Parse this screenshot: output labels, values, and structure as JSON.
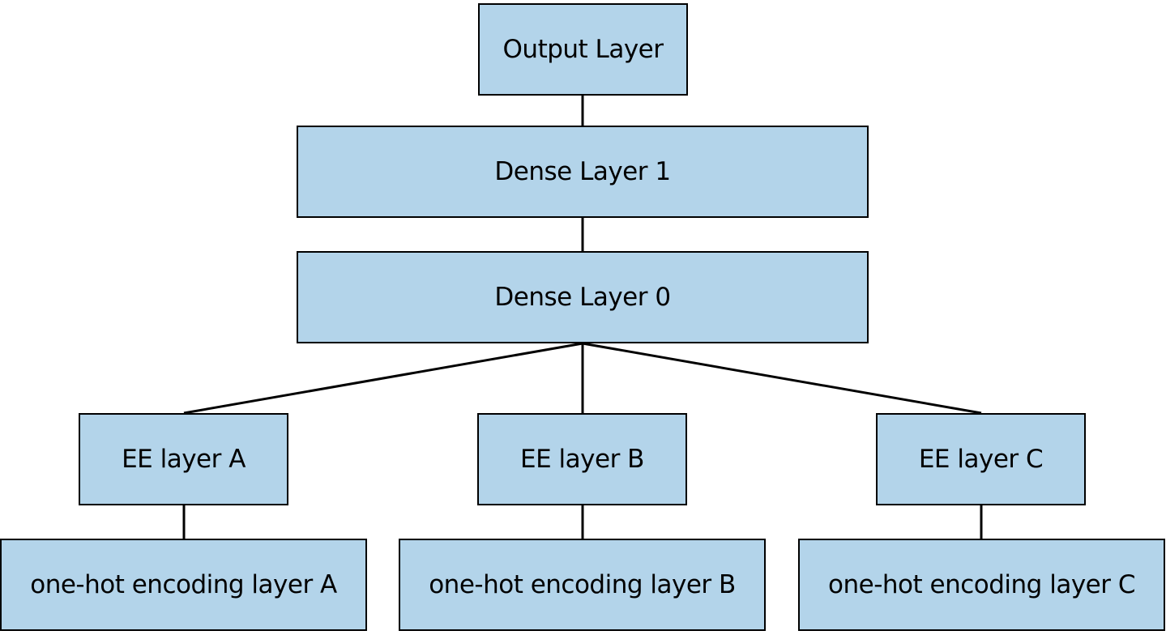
{
  "diagram": {
    "node_fill": "#b3d4ea",
    "border_color": "#000000",
    "nodes": {
      "output": "Output Layer",
      "dense1": "Dense Layer 1",
      "dense0": "Dense Layer 0",
      "ee_a": "EE layer A",
      "ee_b": "EE layer B",
      "ee_c": "EE layer C",
      "onehot_a": "one-hot encoding layer A",
      "onehot_b": "one-hot encoding layer B",
      "onehot_c": "one-hot encoding layer C"
    },
    "edges": [
      [
        "dense1",
        "output"
      ],
      [
        "dense0",
        "dense1"
      ],
      [
        "ee_a",
        "dense0"
      ],
      [
        "ee_b",
        "dense0"
      ],
      [
        "ee_c",
        "dense0"
      ],
      [
        "onehot_a",
        "ee_a"
      ],
      [
        "onehot_b",
        "ee_b"
      ],
      [
        "onehot_c",
        "ee_c"
      ]
    ]
  }
}
